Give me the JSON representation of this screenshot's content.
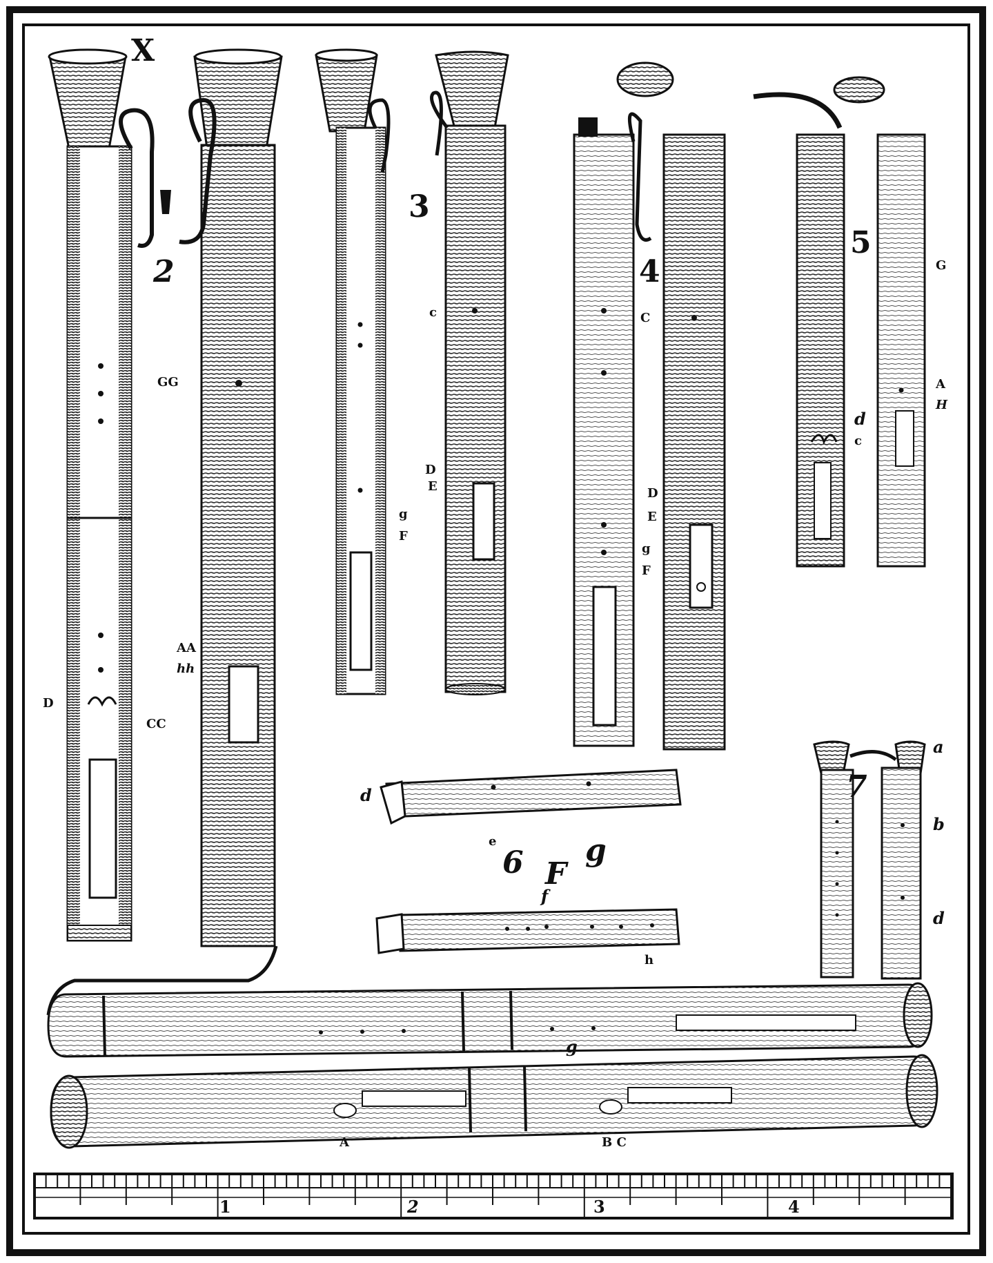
{
  "plate": {
    "corner_label": "X",
    "figure_numbers": {
      "fig2": "2",
      "fig3": "3",
      "fig4": "4",
      "fig5": "5",
      "fig6": "6",
      "fig7": "7"
    },
    "ruler_numbers": [
      "1",
      "2",
      "3",
      "4"
    ]
  },
  "labels": {
    "fig1": {
      "D": "D",
      "CC": "CC",
      "GG": "GG",
      "AA": "AA",
      "HH": "hh"
    },
    "fig3": {
      "c": "c",
      "D": "D",
      "E": "E",
      "g": "g",
      "F": "F"
    },
    "fig4": {
      "C": "C",
      "D": "D",
      "E": "E",
      "g": "g",
      "F": "F"
    },
    "fig5": {
      "G": "G",
      "A": "A",
      "H": "H",
      "d": "d",
      "c": "c"
    },
    "fig6": {
      "d": "d",
      "e": "e",
      "g": "g",
      "F": "F",
      "f": "f",
      "h": "h"
    },
    "fig7": {
      "a": "a",
      "b": "b",
      "d": "d"
    },
    "bottom": {
      "g": "g",
      "A": "A",
      "BC": "B C"
    }
  },
  "colors": {
    "ink": "#111111",
    "paper": "#ffffff",
    "hatch": "#2a2a2a"
  }
}
